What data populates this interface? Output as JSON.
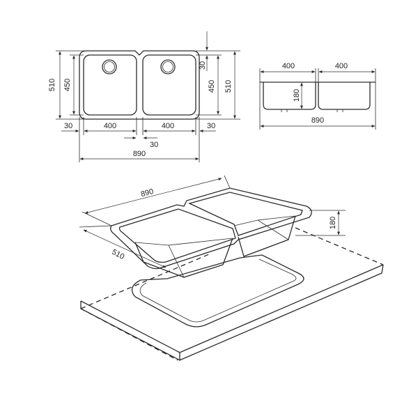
{
  "diagram": {
    "top_view": {
      "overall_height": "510",
      "bowl_height_left": "450",
      "bowl_height_right": "450",
      "overall_height_right": "510",
      "top_offset": "30",
      "left_margin": "30",
      "bowl_width_left": "400",
      "bowl_width_right": "400",
      "right_margin": "30",
      "center_gap": "30",
      "overall_width": "890"
    },
    "section_view": {
      "bowl_width_left": "400",
      "bowl_width_right": "400",
      "depth": "180",
      "overall_width": "890"
    },
    "iso_view": {
      "overall_width": "890",
      "overall_depth": "510",
      "depth": "180"
    }
  }
}
